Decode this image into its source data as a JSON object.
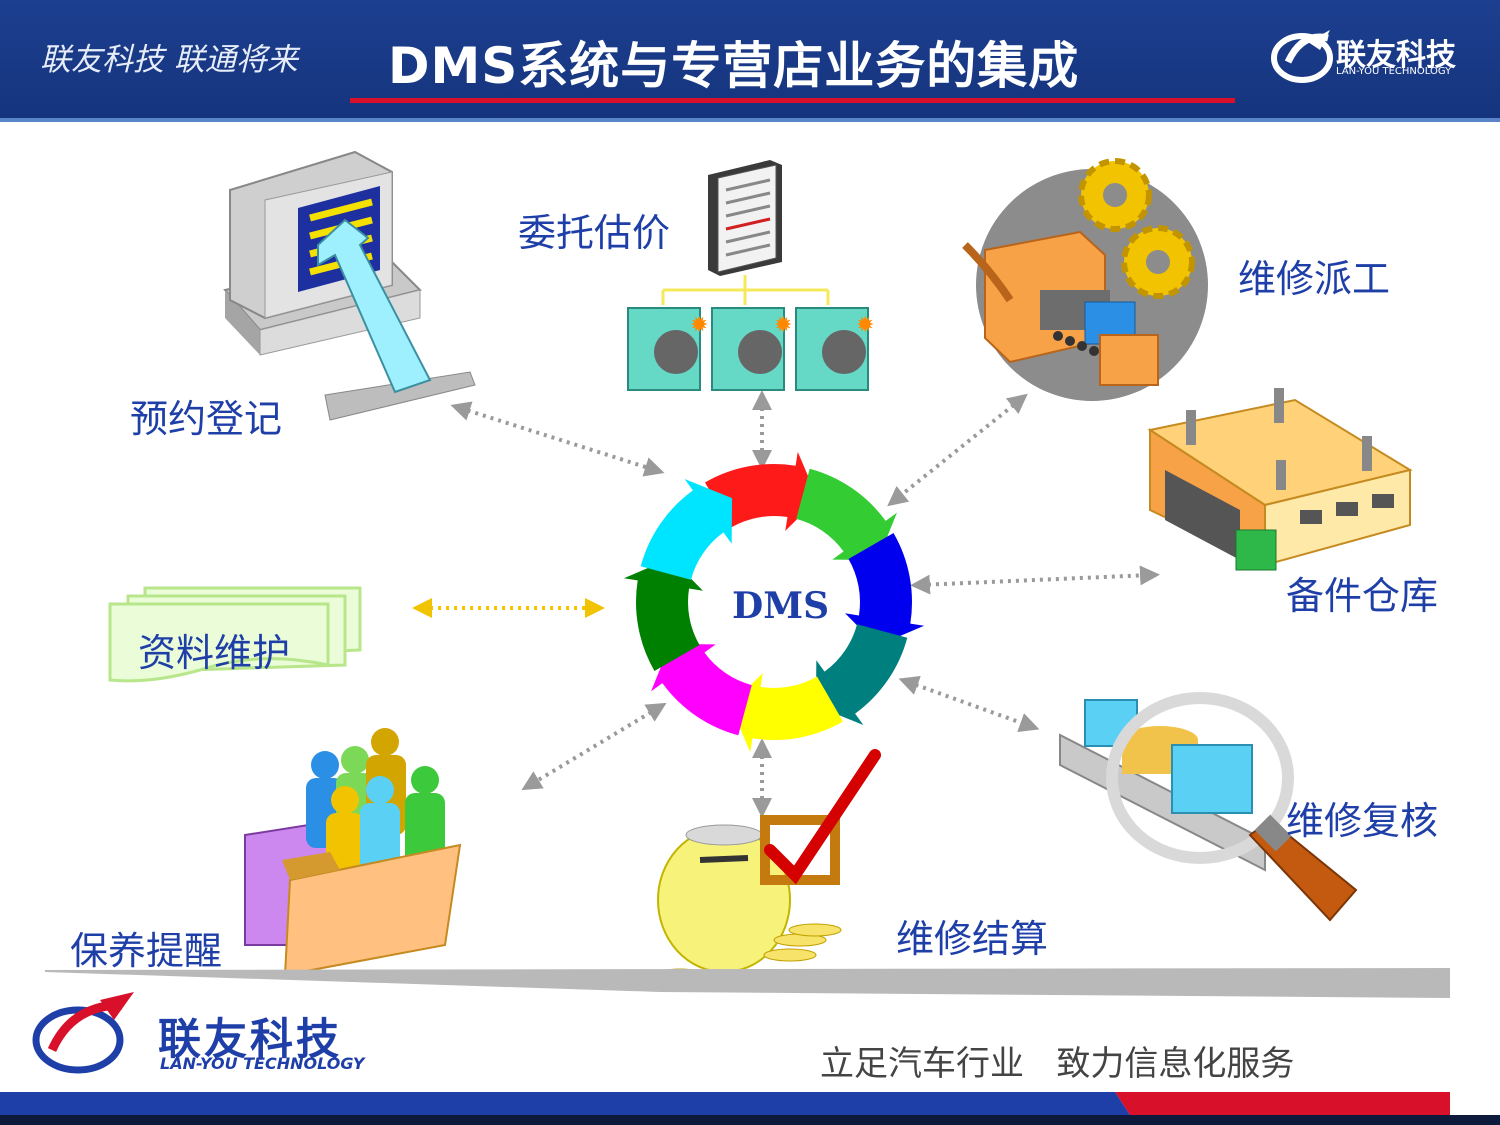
{
  "header": {
    "slogan": "联友科技 联通将来",
    "title": "DMS系统与专营店业务的集成",
    "logo_name": "联友科技",
    "logo_subtitle": "LAN-YOU TECHNOLOGY"
  },
  "diagram": {
    "center_label": "DMS",
    "modules": {
      "reservation": "预约登记",
      "estimate": "委托估价",
      "dispatch": "维修派工",
      "parts_warehouse": "备件仓库",
      "data_maintenance": "资料维护",
      "repair_review": "维修复核",
      "maintenance_reminder": "保养提醒",
      "settlement": "维修结算"
    },
    "cycle_colors": [
      "#ff1a1a",
      "#33cc33",
      "#0000ee",
      "#007f7f",
      "#ffff00",
      "#ff00ff",
      "#008000",
      "#00e5ff"
    ]
  },
  "footer": {
    "logo_name": "联友科技",
    "logo_subtitle": "LAN-YOU TECHNOLOGY",
    "slogan": "立足汽车行业   致力信息化服务"
  }
}
